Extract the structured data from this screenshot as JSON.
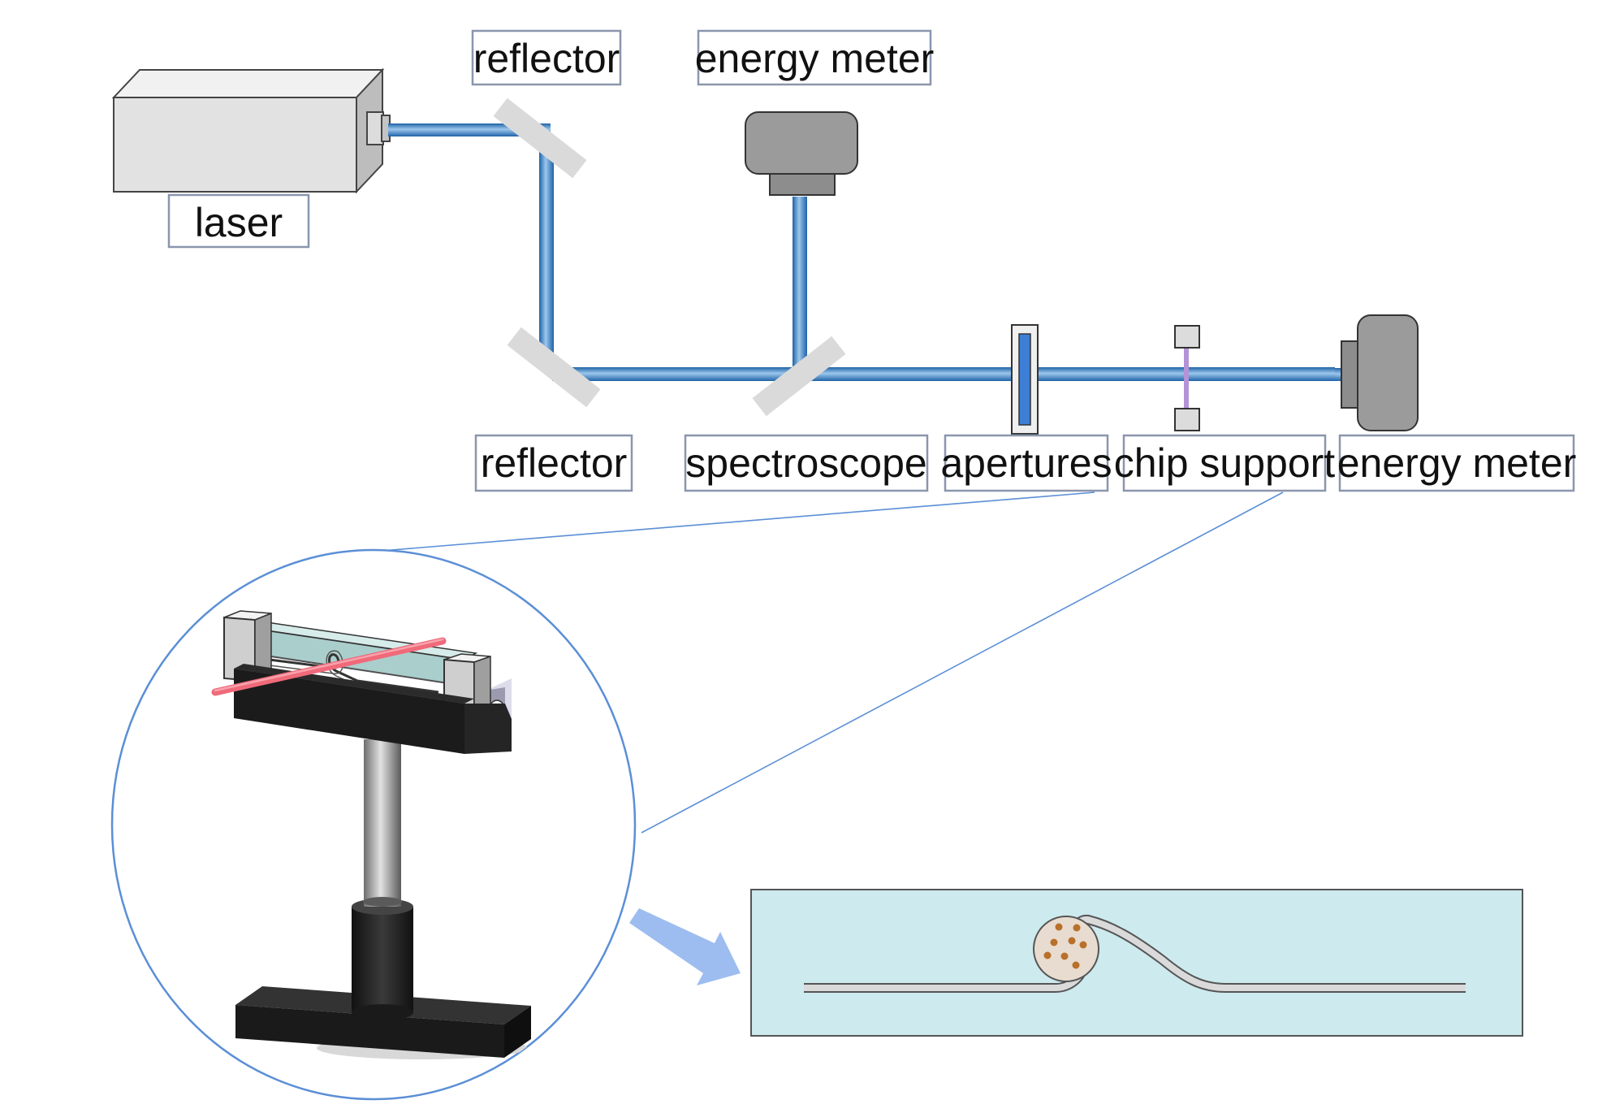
{
  "labels": {
    "laser": "laser",
    "reflector_top": "reflector",
    "energy_meter_top": "energy meter",
    "reflector_bottom": "reflector",
    "spectroscope": "spectroscope",
    "apertures": "apertures",
    "chip_support": "chip support",
    "energy_meter_right": "energy meter"
  },
  "colors": {
    "beam": "#2f7fc4",
    "beam_highlight": "#9cc7ec",
    "test_laser": "#f06a7a",
    "zoom_outline": "#5b8fd6",
    "arrow": "#9dbdf0",
    "chip_background": "#cdeaee",
    "particle": "#b9702a"
  },
  "icons": {
    "laser": "laser-source-icon",
    "reflector": "mirror-icon",
    "spectroscope": "beam-splitter-icon",
    "energy_meter": "energy-meter-icon",
    "apertures": "aperture-icon",
    "chip_support": "chip-support-icon"
  }
}
